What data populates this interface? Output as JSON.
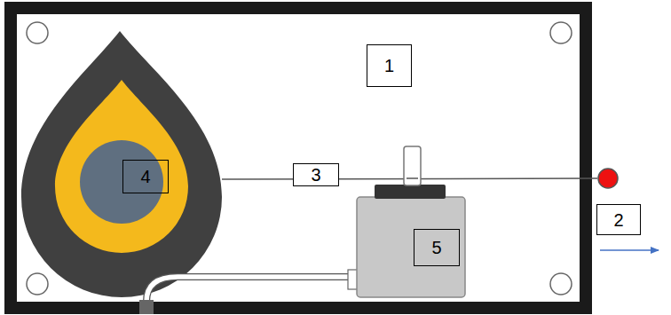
{
  "diagram": {
    "labels": [
      "1",
      "3",
      "4",
      "2",
      "5"
    ]
  }
}
